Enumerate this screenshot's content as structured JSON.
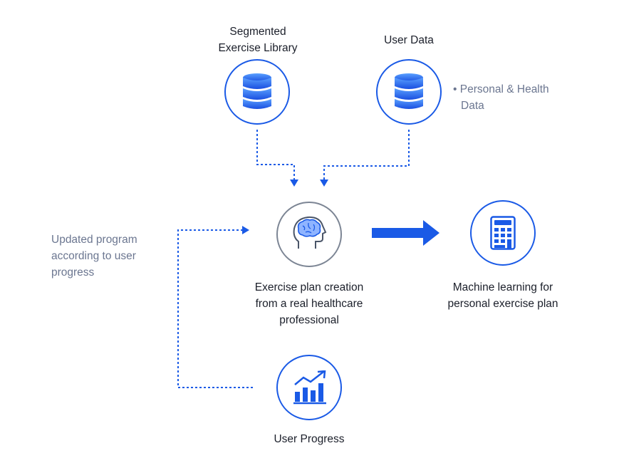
{
  "nodes": {
    "library": {
      "label_line1": "Segmented",
      "label_line2": "Exercise Library"
    },
    "user_data": {
      "label": "User Data",
      "note_bullet": "•",
      "note_line1": "Personal & Health",
      "note_line2": "Data"
    },
    "professional": {
      "label_line1": "Exercise plan creation",
      "label_line2": "from a real healthcare",
      "label_line3": "professional"
    },
    "ml": {
      "label_line1": "Machine learning for",
      "label_line2": "personal exercise plan"
    },
    "progress": {
      "label": "User Progress"
    }
  },
  "feedback": {
    "line1": "Updated program",
    "line2": "according to user",
    "line3": "progress"
  },
  "colors": {
    "accent": "#1a5ae6",
    "text": "#1b1f2a",
    "muted": "#6b7690",
    "grey_ring": "#7c8594"
  }
}
